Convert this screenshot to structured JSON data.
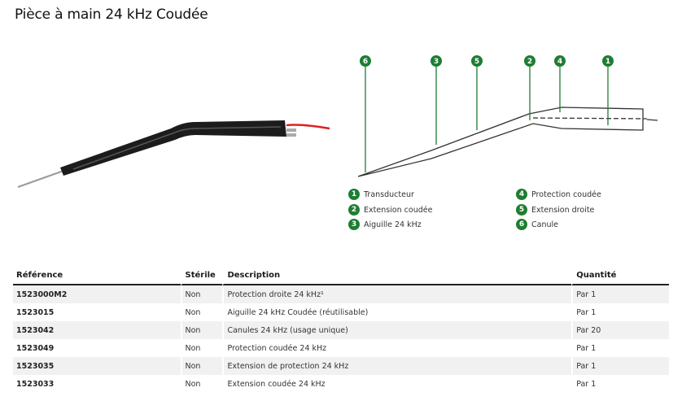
{
  "title": "Pièce à main 24 kHz Coudée",
  "images": {
    "photo_alt": "handpiece-photo",
    "diagram_alt": "handpiece-diagram"
  },
  "diagram_callouts": [
    "6",
    "3",
    "5",
    "2",
    "4",
    "1"
  ],
  "legend": [
    {
      "num": "1",
      "label": "Transducteur"
    },
    {
      "num": "2",
      "label": "Extension coudée"
    },
    {
      "num": "3",
      "label": "Aiguille 24 kHz"
    },
    {
      "num": "4",
      "label": "Protection coudée"
    },
    {
      "num": "5",
      "label": "Extension droite"
    },
    {
      "num": "6",
      "label": "Canule"
    }
  ],
  "colors": {
    "badge": "#1e7d32",
    "row_alt": "#f1f1f1",
    "cable": "#e02020"
  },
  "table": {
    "headers": [
      "Référence",
      "Stérile",
      "Description",
      "Quantité"
    ],
    "rows": [
      [
        "1523000M2",
        "Non",
        "Protection droite 24 kHz¹",
        "Par 1"
      ],
      [
        "1523015",
        "Non",
        "Aiguille 24 kHz Coudée (réutilisable)",
        "Par 1"
      ],
      [
        "1523042",
        "Non",
        "Canules 24 kHz (usage unique)",
        "Par 20"
      ],
      [
        "1523049",
        "Non",
        "Protection coudée 24 kHz",
        "Par 1"
      ],
      [
        "1523035",
        "Non",
        "Extension de protection 24 kHz",
        "Par 1"
      ],
      [
        "1523033",
        "Non",
        "Extension coudée 24 kHz",
        "Par 1"
      ]
    ]
  }
}
